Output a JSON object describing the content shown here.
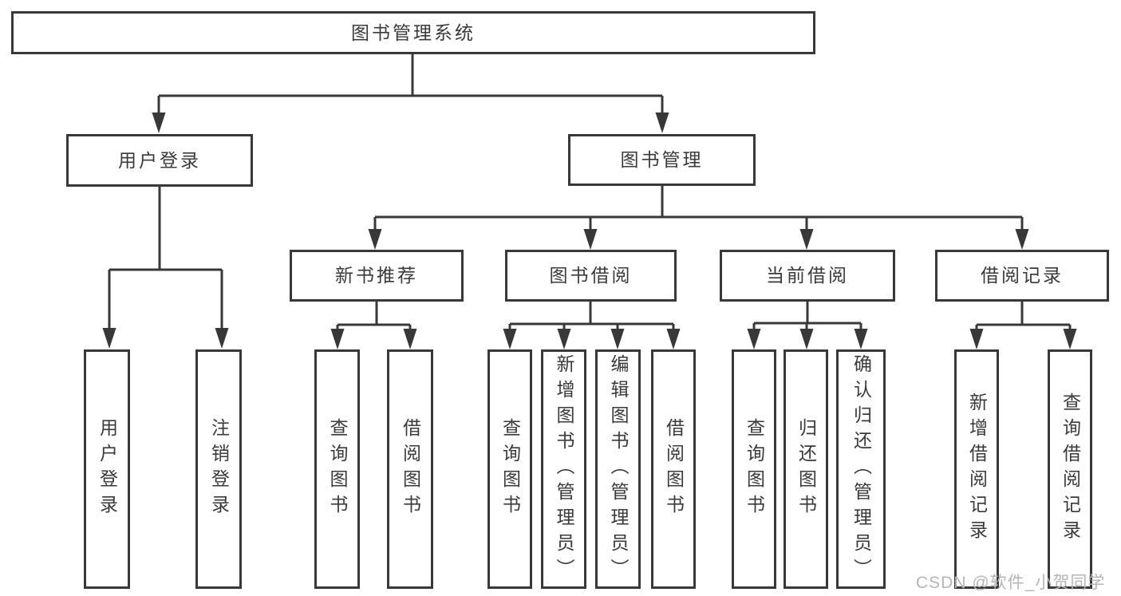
{
  "diagram": {
    "title": "图书管理系统",
    "nodes": {
      "root": {
        "label": "图书管理系统"
      },
      "level2": [
        {
          "label": "用户登录"
        },
        {
          "label": "图书管理"
        }
      ],
      "level3": [
        {
          "label": "新书推荐",
          "parent": "图书管理"
        },
        {
          "label": "图书借阅",
          "parent": "图书管理"
        },
        {
          "label": "当前借阅",
          "parent": "图书管理"
        },
        {
          "label": "借阅记录",
          "parent": "图书管理"
        }
      ],
      "leaves": [
        {
          "label": "用户登录",
          "parent": "用户登录"
        },
        {
          "label": "注销登录",
          "parent": "用户登录"
        },
        {
          "label": "查询图书",
          "parent": "新书推荐"
        },
        {
          "label": "借阅图书",
          "parent": "新书推荐"
        },
        {
          "label": "查询图书",
          "parent": "图书借阅"
        },
        {
          "label": "新增图书（管理员）",
          "parent": "图书借阅"
        },
        {
          "label": "编辑图书（管理员）",
          "parent": "图书借阅"
        },
        {
          "label": "借阅图书",
          "parent": "图书借阅"
        },
        {
          "label": "查询图书",
          "parent": "当前借阅"
        },
        {
          "label": "归还图书",
          "parent": "当前借阅"
        },
        {
          "label": "确认归还（管理员）",
          "parent": "当前借阅"
        },
        {
          "label": "新增借阅记录",
          "parent": "借阅记录"
        },
        {
          "label": "查询借阅记录",
          "parent": "借阅记录"
        }
      ]
    },
    "colors": {
      "line": "#383838",
      "text": "#3a3a3a",
      "watermark": "#b5b5b5",
      "background": "#ffffff"
    }
  },
  "watermark": "CSDN @软件_小贺同学"
}
